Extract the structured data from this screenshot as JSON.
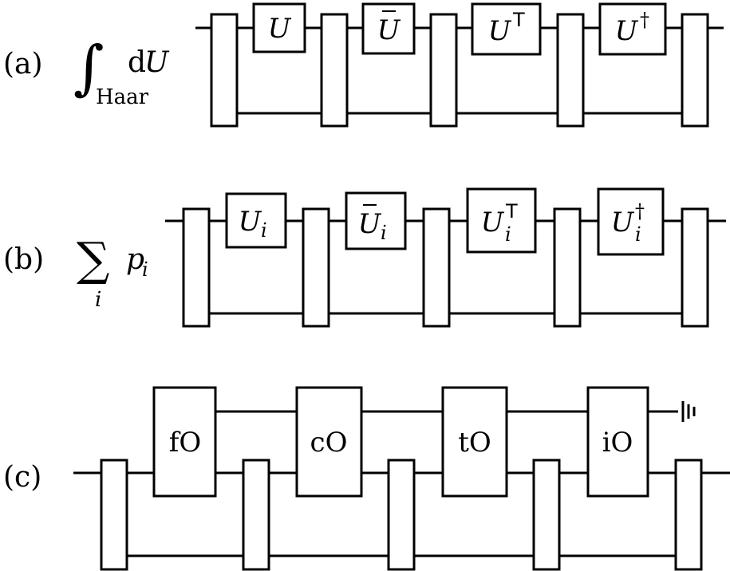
{
  "panels": {
    "a": {
      "label": "(a)",
      "prefix": {
        "integral": "∫",
        "subscript": "Haar",
        "d": "d",
        "U": "U"
      },
      "gates": [
        {
          "base": "U",
          "bar": false,
          "sup": "",
          "sub": ""
        },
        {
          "base": "U",
          "bar": true,
          "sup": "",
          "sub": ""
        },
        {
          "base": "U",
          "bar": false,
          "sup": "T",
          "sub": ""
        },
        {
          "base": "U",
          "bar": false,
          "sup": "†",
          "sub": ""
        }
      ]
    },
    "b": {
      "label": "(b)",
      "prefix": {
        "sum": "∑",
        "index": "i",
        "p": "p",
        "psub": "i"
      },
      "gates": [
        {
          "base": "U",
          "bar": false,
          "sup": "",
          "sub": "i"
        },
        {
          "base": "U",
          "bar": true,
          "sup": "",
          "sub": "i"
        },
        {
          "base": "U",
          "bar": false,
          "sup": "T",
          "sub": "i"
        },
        {
          "base": "U",
          "bar": false,
          "sup": "†",
          "sub": "i"
        }
      ]
    },
    "c": {
      "label": "(c)",
      "gates": [
        "fO",
        "cO",
        "tO",
        "iO"
      ]
    }
  }
}
